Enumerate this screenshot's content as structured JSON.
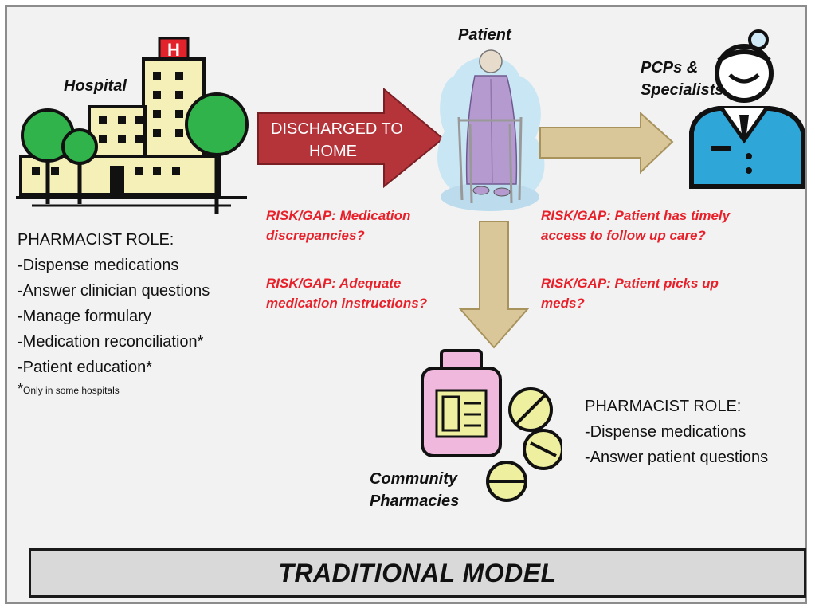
{
  "hospital": {
    "label": "Hospital",
    "role_title": "PHARMACIST ROLE:",
    "roles": [
      "-Dispense medications",
      "-Answer clinician questions",
      "-Manage formulary",
      "-Medication reconciliation*",
      "-Patient education*"
    ],
    "footnote_star": "*",
    "footnote_text": "Only in some hospitals"
  },
  "discharge_arrow": {
    "line1": "DISCHARGED TO",
    "line2": "HOME"
  },
  "patient": {
    "label": "Patient"
  },
  "pcps": {
    "line1": "PCPs &",
    "line2": "Specialists"
  },
  "risks": {
    "left1": {
      "line1": "RISK/GAP:  Medication",
      "line2": "discrepancies?"
    },
    "left2": {
      "line1": "RISK/GAP:  Adequate",
      "line2": "medication instructions?"
    },
    "right1": {
      "line1": "RISK/GAP:  Patient has timely",
      "line2": "access to follow up care?"
    },
    "right2": {
      "line1": "RISK/GAP:  Patient picks up",
      "line2": "meds?"
    }
  },
  "community": {
    "line1": "Community",
    "line2": "Pharmacies",
    "role_title": "PHARMACIST ROLE:",
    "roles": [
      "-Dispense medications",
      "-Answer patient questions"
    ]
  },
  "model_title": "TRADITIONAL MODEL",
  "colors": {
    "discharge_arrow": "#b5343a",
    "tan_arrow": "#d9c79a",
    "risk_text": "#e8202a",
    "hospital_building": "#f5f0b8",
    "tree": "#2fb34a",
    "hospital_sign": "#e2232b",
    "doctor_coat": "#2ea6d8",
    "bottle": "#f0b8dc",
    "pill": "#eef0a0"
  }
}
